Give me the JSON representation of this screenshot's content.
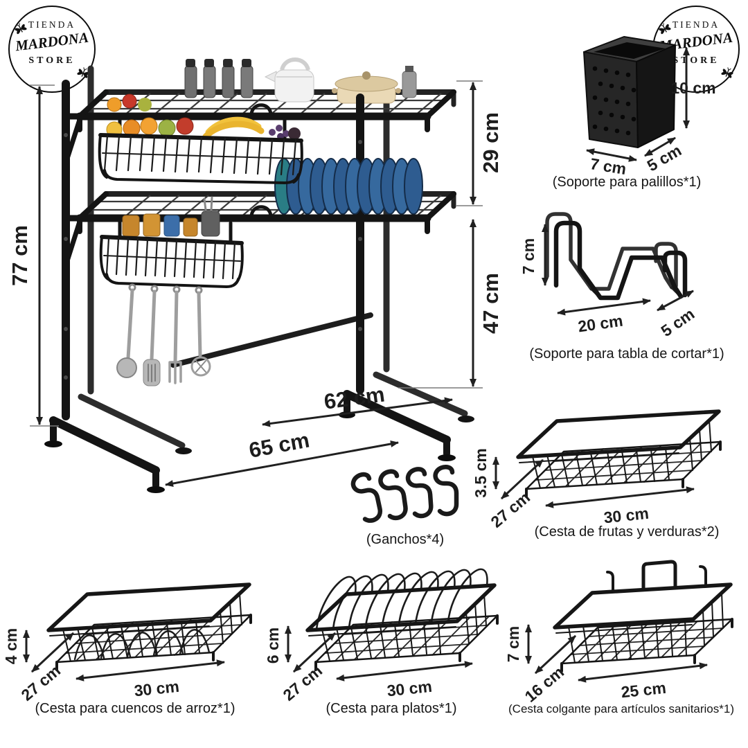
{
  "brand": {
    "line1": "TIENDA",
    "line2": "MARDONA",
    "line3": "STORE"
  },
  "colors": {
    "product": "#161616",
    "dimension_text": "#1d1d1d"
  },
  "main_rack": {
    "dim_height": "77 cm",
    "dim_top_section": "29 cm",
    "dim_bottom_section": "47 cm",
    "dim_inner_width": "62 cm",
    "dim_outer_width": "65 cm"
  },
  "utensil_holder": {
    "caption": "(Soporte para palillos*1)",
    "dim_height": "10 cm",
    "dim_width": "7 cm",
    "dim_depth": "5 cm"
  },
  "board_holder": {
    "caption": "(Soporte para tabla de cortar*1)",
    "dim_height": "7 cm",
    "dim_width": "20 cm",
    "dim_depth": "5 cm"
  },
  "fruit_basket": {
    "caption": "(Cesta de frutas y verduras*2)",
    "dim_height": "3.5 cm",
    "dim_depth": "27 cm",
    "dim_width": "30 cm"
  },
  "hooks": {
    "caption": "(Ganchos*4)"
  },
  "rice_bowl_basket": {
    "caption": "(Cesta para cuencos de arroz*1)",
    "dim_height": "4 cm",
    "dim_depth": "27 cm",
    "dim_width": "30 cm"
  },
  "plate_basket": {
    "caption": "(Cesta para platos*1)",
    "dim_height": "6 cm",
    "dim_depth": "27 cm",
    "dim_width": "30 cm"
  },
  "hanging_basket": {
    "caption": "(Cesta colgante para artículos sanitarios*1)",
    "dim_height": "7 cm",
    "dim_depth": "16 cm",
    "dim_width": "25 cm"
  }
}
